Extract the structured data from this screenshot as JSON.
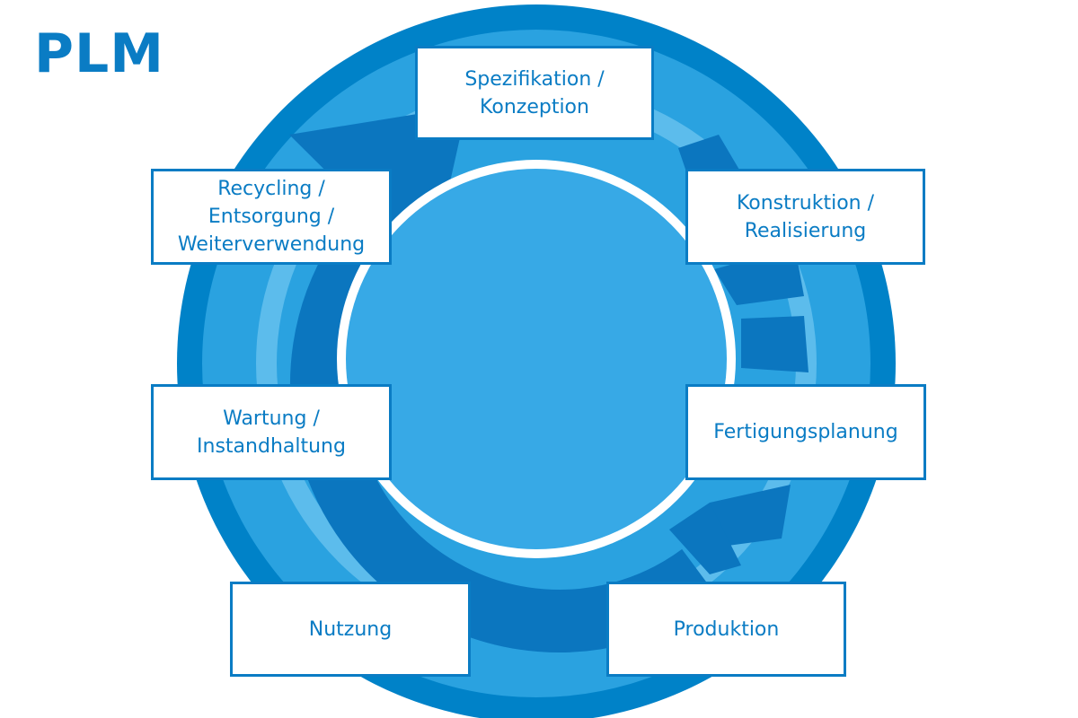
{
  "title": "PLM",
  "colors": {
    "title": "#0a7cc4",
    "label": "#0a7cc4",
    "box_border": "#0a7cc4",
    "outer_ring": "#0082c8",
    "mid_ring": "#2aa2e0",
    "light_band": "#5cbcec",
    "arrow": "#0b76bf",
    "inner_circle": "#37a9e6",
    "white_ring": "#ffffff"
  },
  "stages": [
    {
      "id": "spezifikation",
      "label": "Spezifikation /\nKonzeption"
    },
    {
      "id": "konstruktion",
      "label": "Konstruktion /\nRealisierung"
    },
    {
      "id": "fertigungsplanung",
      "label": "Fertigungsplanung"
    },
    {
      "id": "produktion",
      "label": "Produktion"
    },
    {
      "id": "nutzung",
      "label": "Nutzung"
    },
    {
      "id": "wartung",
      "label": "Wartung /\nInstandhaltung"
    },
    {
      "id": "recycling",
      "label": "Recycling /\nEntsorgung /\nWeiterverwendung"
    }
  ]
}
